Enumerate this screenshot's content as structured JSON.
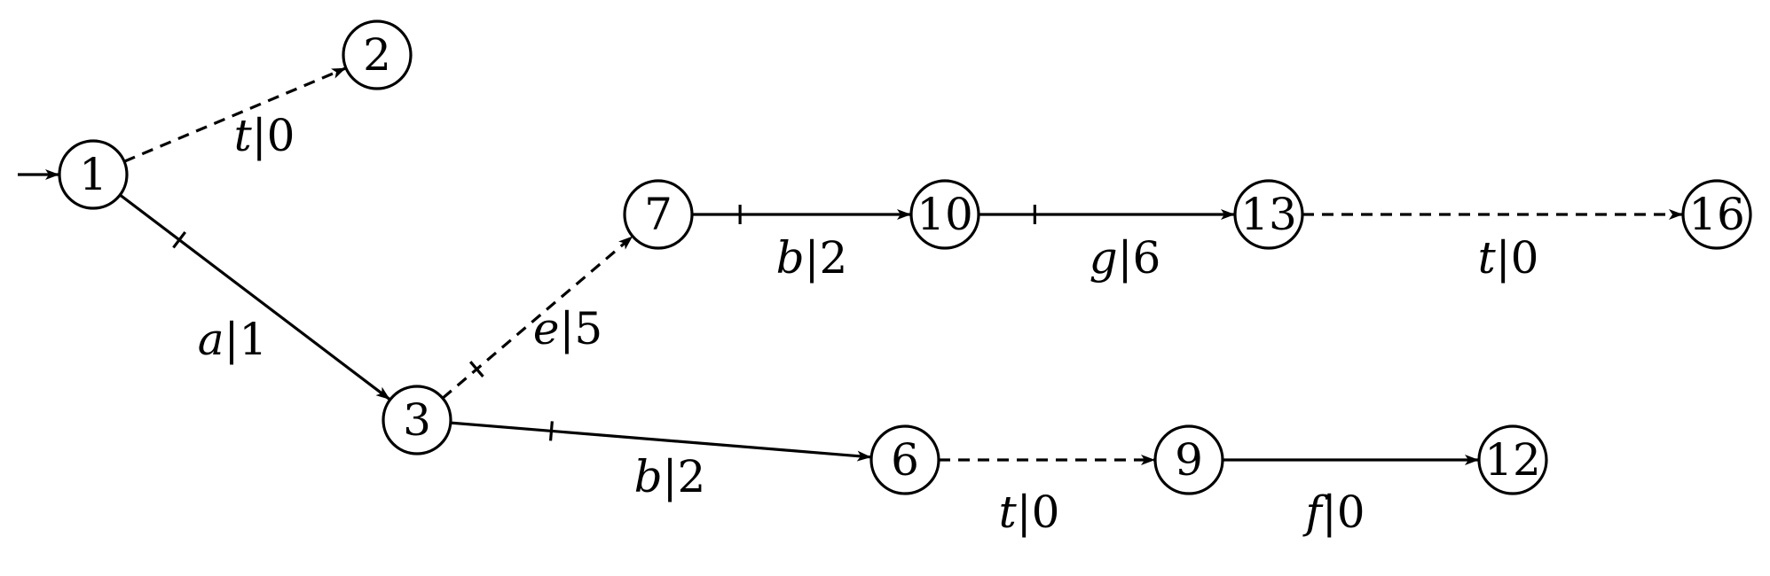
{
  "nodes": [
    {
      "id": "1",
      "label": "1"
    },
    {
      "id": "2",
      "label": "2"
    },
    {
      "id": "3",
      "label": "3"
    },
    {
      "id": "6",
      "label": "6"
    },
    {
      "id": "7",
      "label": "7"
    },
    {
      "id": "9",
      "label": "9"
    },
    {
      "id": "10",
      "label": "10"
    },
    {
      "id": "12",
      "label": "12"
    },
    {
      "id": "13",
      "label": "13"
    },
    {
      "id": "16",
      "label": "16"
    }
  ],
  "initial_node": "1",
  "edges": [
    {
      "id": "e1",
      "from": "1",
      "to": "2",
      "symbol": "t",
      "weight": "0",
      "style": "dashed",
      "tick": false
    },
    {
      "id": "e2",
      "from": "1",
      "to": "3",
      "symbol": "a",
      "weight": "1",
      "style": "solid",
      "tick": true
    },
    {
      "id": "e3",
      "from": "3",
      "to": "7",
      "symbol": "e",
      "weight": "5",
      "style": "dashed",
      "tick": true
    },
    {
      "id": "e4",
      "from": "3",
      "to": "6",
      "symbol": "b",
      "weight": "2",
      "style": "solid",
      "tick": true
    },
    {
      "id": "e5",
      "from": "7",
      "to": "10",
      "symbol": "b",
      "weight": "2",
      "style": "solid",
      "tick": true
    },
    {
      "id": "e6",
      "from": "10",
      "to": "13",
      "symbol": "g",
      "weight": "6",
      "style": "solid",
      "tick": true
    },
    {
      "id": "e7",
      "from": "13",
      "to": "16",
      "symbol": "t",
      "weight": "0",
      "style": "dashed",
      "tick": false
    },
    {
      "id": "e8",
      "from": "6",
      "to": "9",
      "symbol": "t",
      "weight": "0",
      "style": "dashed",
      "tick": false
    },
    {
      "id": "e9",
      "from": "9",
      "to": "12",
      "symbol": "f",
      "weight": "0",
      "style": "solid",
      "tick": false
    }
  ]
}
